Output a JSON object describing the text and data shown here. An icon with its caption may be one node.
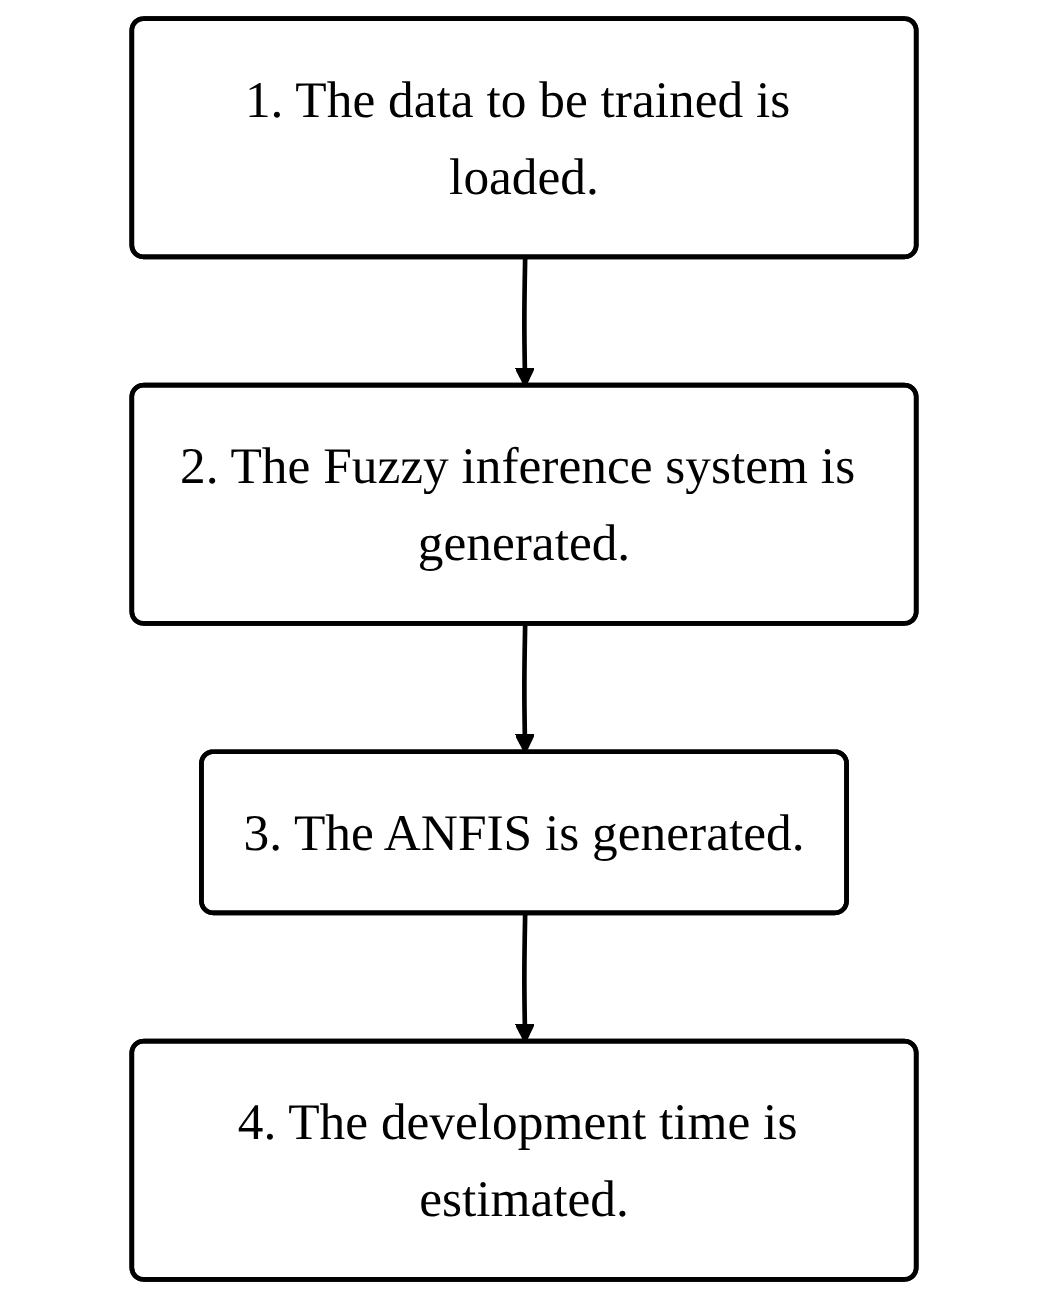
{
  "diagram": {
    "nodes": [
      {
        "text": [
          "1. The data to be trained is loaded."
        ]
      },
      {
        "text": [
          "2. The Fuzzy inference system is generated."
        ]
      },
      {
        "text": [
          "3. The ANFIS is generated."
        ]
      },
      {
        "text": [
          "4. The development time is estimated."
        ]
      }
    ],
    "edges": [
      {
        "from": 0,
        "to": 1,
        "arrow": "to"
      },
      {
        "from": 1,
        "to": 2,
        "arrow": "to"
      },
      {
        "from": 2,
        "to": 3,
        "arrow": "to"
      }
    ]
  }
}
